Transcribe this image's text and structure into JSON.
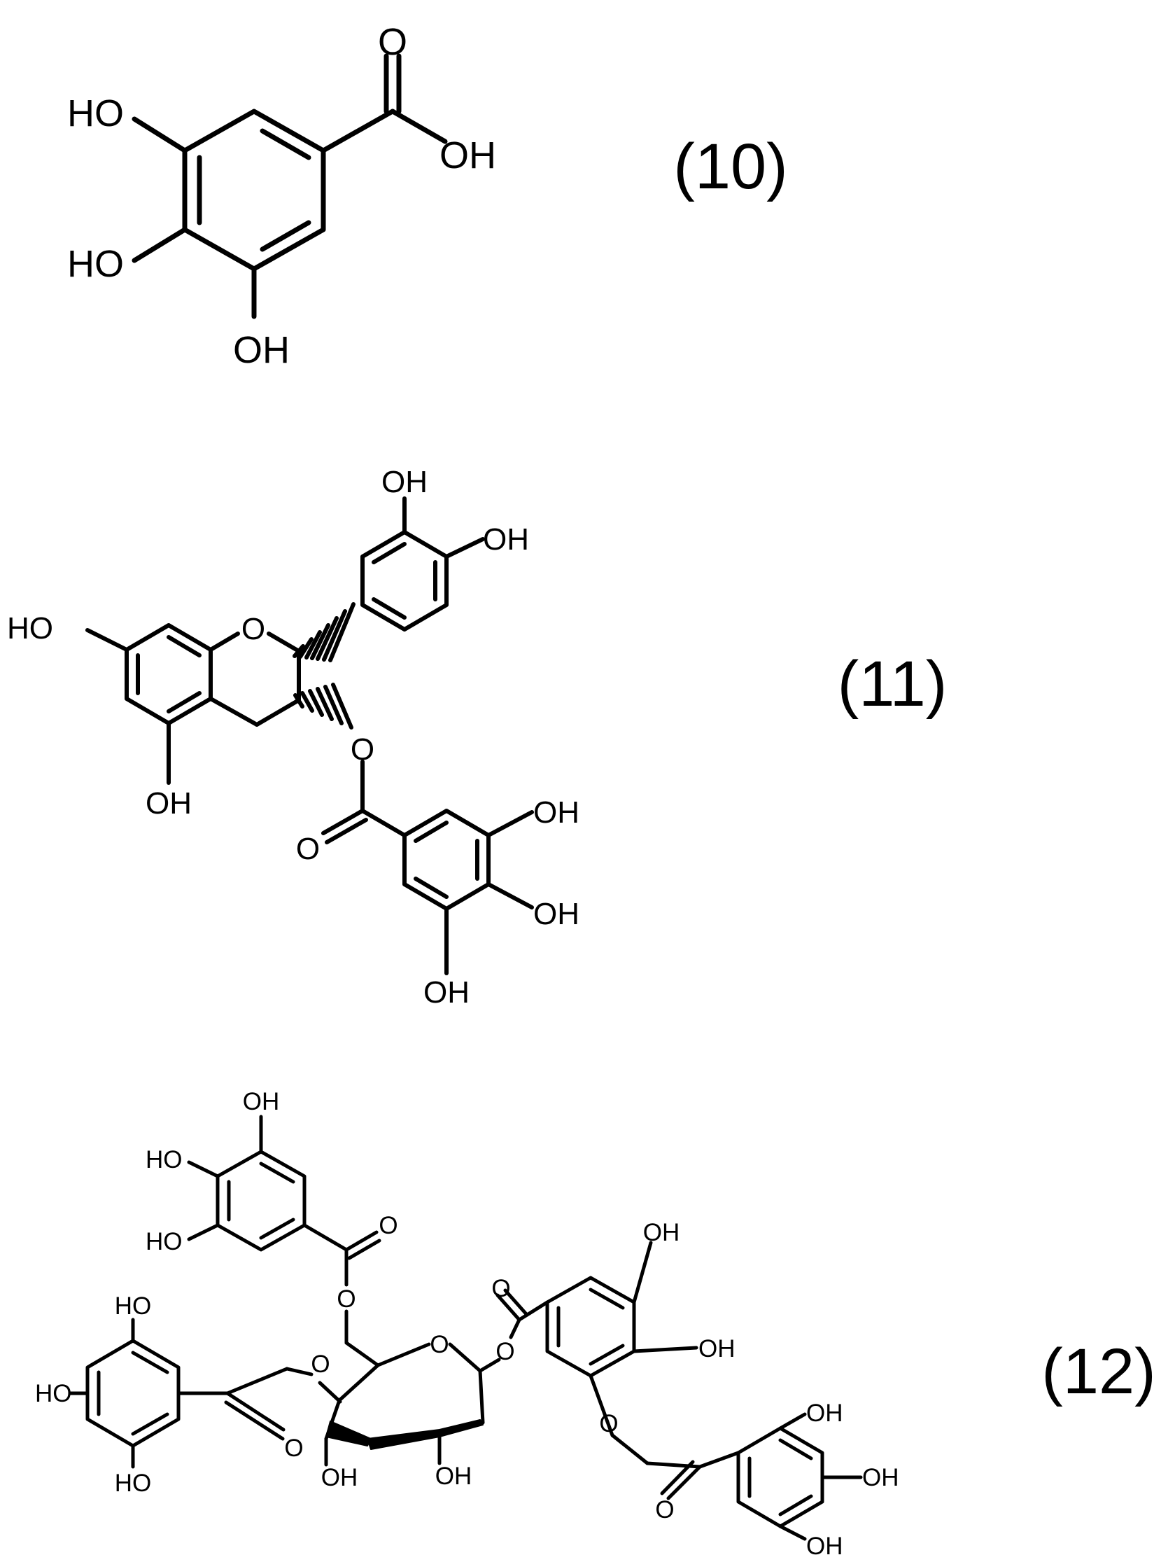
{
  "figure": {
    "compounds": [
      {
        "id": "compound-10",
        "number": "(10)",
        "atoms": {
          "o_top": "O",
          "oh_acid": "OH",
          "oh_1": "HO",
          "oh_2": "HO",
          "oh_3": "OH"
        }
      },
      {
        "id": "compound-11",
        "number": "(11)",
        "atoms": {
          "oh_b3": "OH",
          "oh_b4": "OH",
          "ring_o": "O",
          "ho_7": "HO",
          "oh_5": "OH",
          "ester_o": "O",
          "carbonyl_o": "O",
          "oh_g3": "OH",
          "oh_g4": "OH",
          "oh_g5": "OH"
        }
      },
      {
        "id": "compound-12",
        "number": "(12)",
        "atoms": {
          "g1_oh_top": "OH",
          "g1_ho_mid": "HO",
          "g1_ho_low": "HO",
          "g1_co": "O",
          "c6_o": "O",
          "g2_ho_top": "HO",
          "g2_ho_mid": "HO",
          "g2_ho_low": "HO",
          "g2_co": "O",
          "c4_o": "O",
          "c3_oh": "OH",
          "c2_oh": "OH",
          "ring_o": "O",
          "c1_o": "O",
          "g3_co": "O",
          "g3_oh_top": "OH",
          "g3_oh_mid": "OH",
          "g3_ester_o": "O",
          "g4_co": "O",
          "g4_oh_top": "OH",
          "g4_oh_mid": "OH",
          "g4_oh_low": "OH"
        }
      }
    ]
  }
}
